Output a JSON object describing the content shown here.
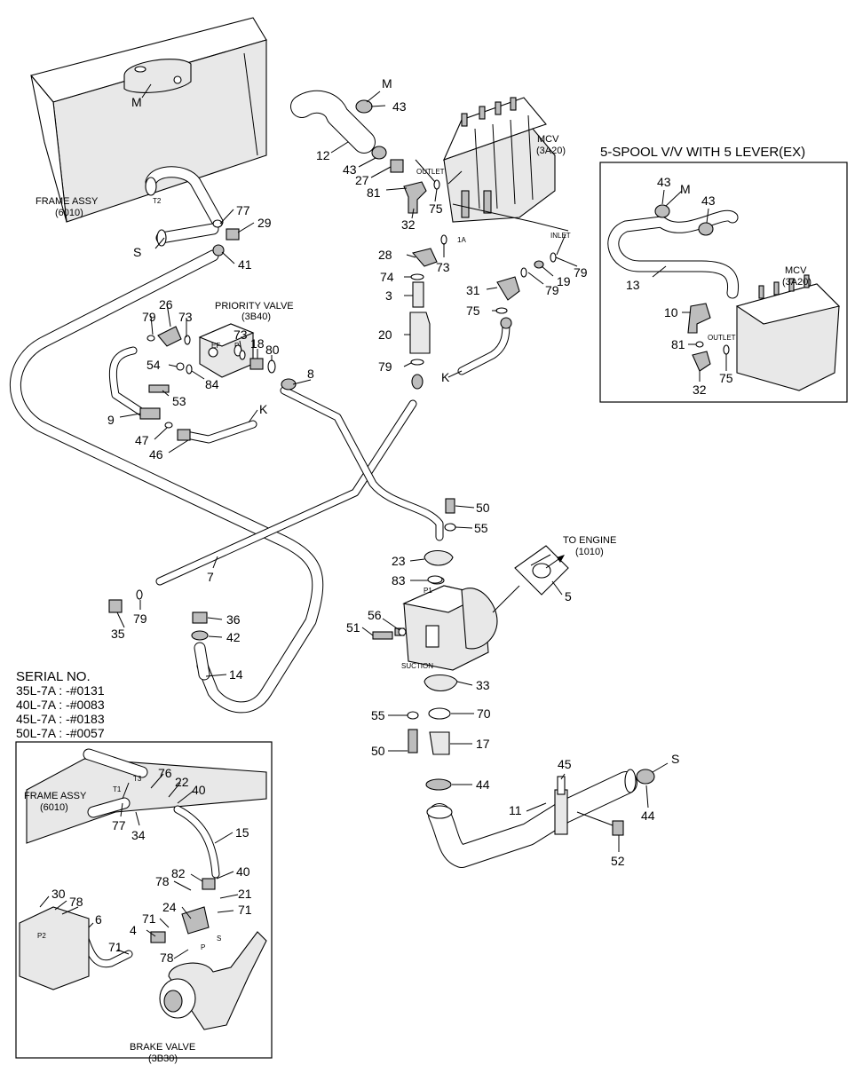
{
  "diagram": {
    "labels": {
      "frame_assy": "FRAME ASSY",
      "frame_assy_code": "(6010)",
      "priority_valve": "PRIORITY VALVE",
      "priority_valve_code": "(3B40)",
      "mcv": "MCV",
      "mcv_code": "(3A20)",
      "outlet": "OUTLET",
      "inlet": "INLET",
      "port_1a": "1A",
      "port_ef": "EF",
      "port_p": "P",
      "port_p1": "P1",
      "port_p2": "P2",
      "port_t1": "T1",
      "port_t2": "T2",
      "port_t3": "T3",
      "port_s": "S",
      "suction": "SUCTION",
      "to_engine": "TO ENGINE",
      "to_engine_code": "(1010)",
      "brake_valve": "BRAKE VALVE",
      "brake_valve_code": "(3B30)",
      "inset_title": "5-SPOOL V/V WITH 5 LEVER(EX)",
      "serial_heading": "SERIAL NO.",
      "serial_1": "35L-7A : -#0131",
      "serial_2": "40L-7A : -#0083",
      "serial_3": "45L-7A : -#0183",
      "serial_4": "50L-7A : -#0057",
      "conn_m": "M",
      "conn_s": "S",
      "conn_k": "K"
    },
    "callouts": {
      "c3": "3",
      "c4": "4",
      "c5": "5",
      "c6": "6",
      "c7": "7",
      "c8": "8",
      "c9": "9",
      "c10": "10",
      "c11": "11",
      "c12": "12",
      "c13": "13",
      "c14": "14",
      "c15": "15",
      "c17": "17",
      "c18": "18",
      "c19": "19",
      "c20": "20",
      "c21": "21",
      "c22": "22",
      "c23": "23",
      "c24": "24",
      "c26": "26",
      "c27": "27",
      "c28": "28",
      "c29": "29",
      "c30": "30",
      "c31": "31",
      "c32": "32",
      "c33": "33",
      "c34": "34",
      "c35": "35",
      "c36": "36",
      "c40": "40",
      "c41": "41",
      "c42": "42",
      "c43": "43",
      "c44": "44",
      "c45": "45",
      "c46": "46",
      "c47": "47",
      "c50": "50",
      "c51": "51",
      "c52": "52",
      "c53": "53",
      "c54": "54",
      "c55": "55",
      "c56": "56",
      "c70": "70",
      "c71": "71",
      "c73": "73",
      "c74": "74",
      "c75": "75",
      "c76": "76",
      "c77": "77",
      "c78": "78",
      "c79": "79",
      "c80": "80",
      "c81": "81",
      "c82": "82",
      "c83": "83",
      "c84": "84"
    }
  }
}
